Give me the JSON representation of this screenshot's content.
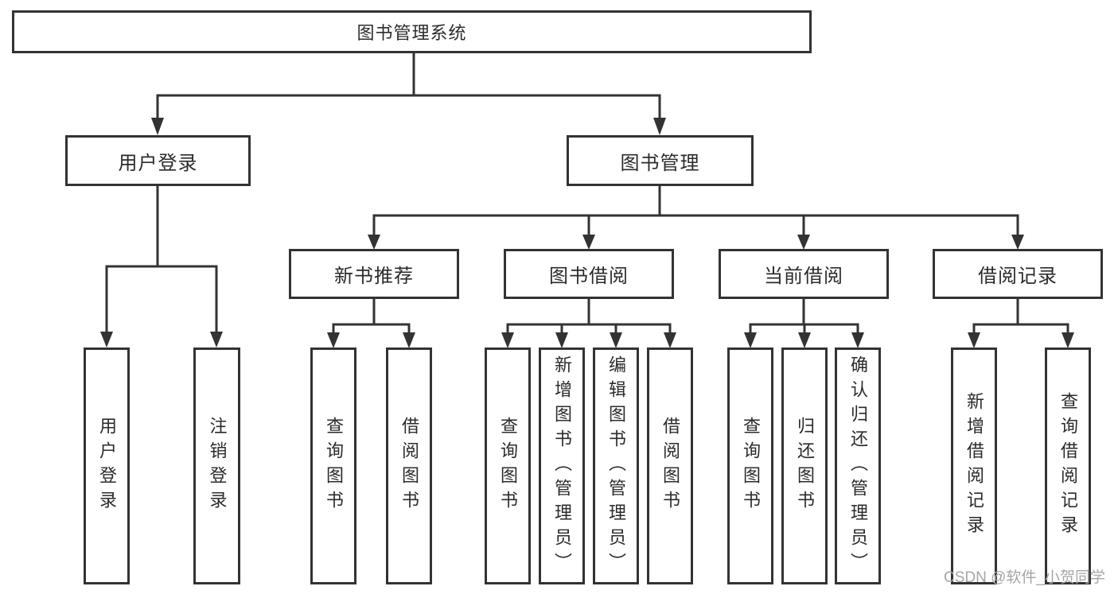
{
  "nodes": {
    "root": "图书管理系统",
    "user_login": "用户登录",
    "book_mgmt": "图书管理",
    "new_book_rec": "新书推荐",
    "book_borrow": "图书借阅",
    "current_borrow": "当前借阅",
    "borrow_records": "借阅记录",
    "leaf_user_login": "用户登录",
    "leaf_logout": "注销登录",
    "leaf_query_books_a": "查询图书",
    "leaf_borrow_books_a": "借阅图书",
    "leaf_query_books_b": "查询图书",
    "leaf_add_books_admin": "新增图书（管理员）",
    "leaf_edit_books_admin": "编辑图书（管理员）",
    "leaf_borrow_books_b": "借阅图书",
    "leaf_query_books_c": "查询图书",
    "leaf_return_books": "归还图书",
    "leaf_confirm_return_admin": "确认归还（管理员）",
    "leaf_add_borrow_record": "新增借阅记录",
    "leaf_query_borrow_record": "查询借阅记录"
  },
  "watermark": "CSDN @软件_小贺同学",
  "colors": {
    "line": "#333333",
    "text": "#2b2b2b",
    "box_background": "#ffffff",
    "watermark": "#a6a6a6",
    "background": "#ffffff"
  }
}
